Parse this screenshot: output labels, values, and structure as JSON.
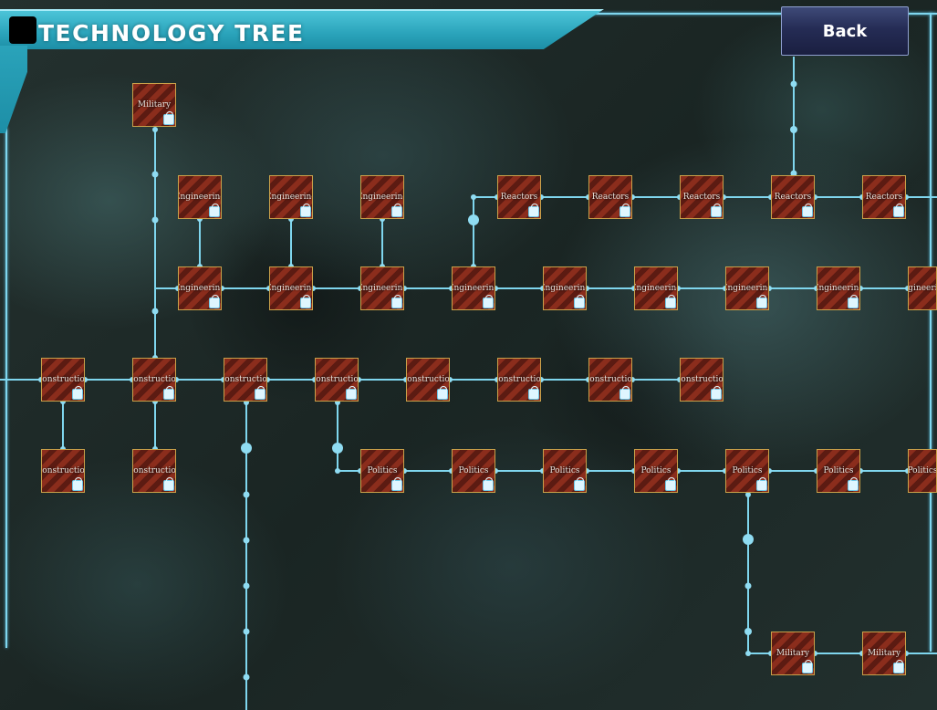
{
  "header": {
    "title": "TECHNOLOGY TREE",
    "back_label": "Back"
  },
  "nodes": [
    {
      "label": "Military"
    },
    {
      "label": "Engineering"
    },
    {
      "label": "Engineering"
    },
    {
      "label": "Engineering"
    },
    {
      "label": "Reactors"
    },
    {
      "label": "Reactors"
    },
    {
      "label": "Reactors"
    },
    {
      "label": "Reactors"
    },
    {
      "label": "Reactors"
    },
    {
      "label": "Engineering"
    },
    {
      "label": "Engineering"
    },
    {
      "label": "Engineering"
    },
    {
      "label": "Engineering"
    },
    {
      "label": "Engineering"
    },
    {
      "label": "Engineering"
    },
    {
      "label": "Engineering"
    },
    {
      "label": "Engineering"
    },
    {
      "label": "Engineering"
    },
    {
      "label": "Construction"
    },
    {
      "label": "Construction"
    },
    {
      "label": "Construction"
    },
    {
      "label": "Construction"
    },
    {
      "label": "Construction"
    },
    {
      "label": "Construction"
    },
    {
      "label": "Construction"
    },
    {
      "label": "Construction"
    },
    {
      "label": "Construction"
    },
    {
      "label": "Construction"
    },
    {
      "label": "Politics"
    },
    {
      "label": "Politics"
    },
    {
      "label": "Politics"
    },
    {
      "label": "Politics"
    },
    {
      "label": "Politics"
    },
    {
      "label": "Politics"
    },
    {
      "label": "Politics"
    },
    {
      "label": "Military"
    },
    {
      "label": "Military"
    }
  ]
}
